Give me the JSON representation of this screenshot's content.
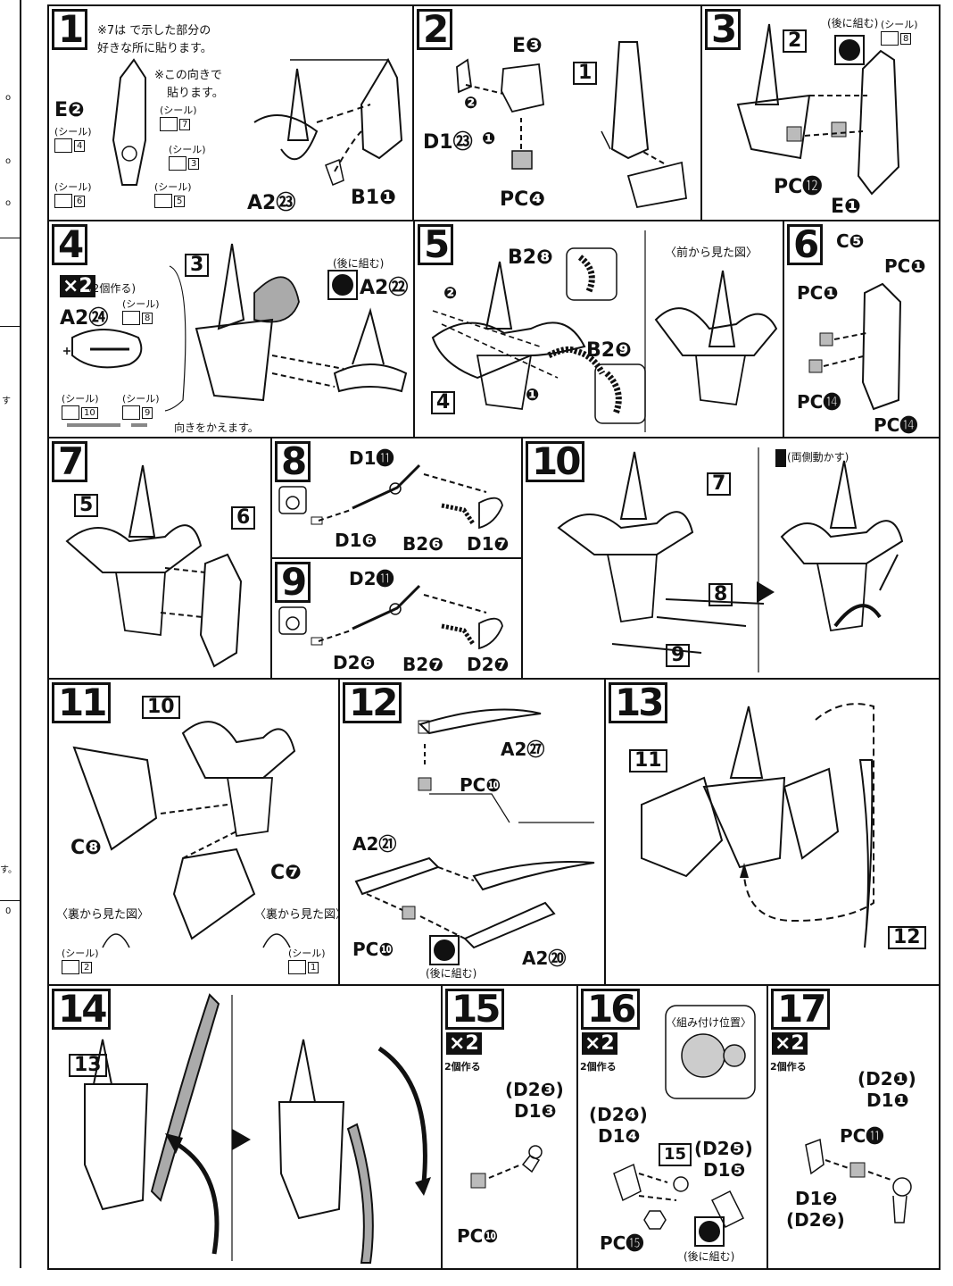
{
  "sidebar": {
    "marks": [
      "o",
      "o",
      "o",
      "す",
      "す。",
      "0"
    ]
  },
  "seal_word": "(シール)",
  "later_assemble": "(後に組む)",
  "make_two": "2個作る",
  "x2": "×2",
  "step1": {
    "number": "1",
    "note_line1": "※7は  で示した部分の",
    "note_line2": "好きな所に貼ります。",
    "note_dir": "※この向きで",
    "note_dir2": "貼ります。",
    "part_e2": "E❷",
    "seals": [
      "4",
      "6",
      "7",
      "3",
      "5"
    ],
    "part_a2": "A2㉓",
    "part_b1": "B1❶"
  },
  "step2": {
    "number": "2",
    "part_e3": "E❸",
    "part_d1": "D1㉓",
    "part_pc4": "PC❹",
    "ref": "1",
    "order1": "❷",
    "order2": "❶"
  },
  "step3": {
    "number": "3",
    "ref": "2",
    "seal_num": "8",
    "part_pc12": "PC⓬",
    "part_e1": "E❶"
  },
  "step4": {
    "number": "4",
    "times": "×2",
    "times_note": "(2個作る)",
    "ref": "3",
    "part_a24": "A2㉔",
    "part_a22": "A2㉒",
    "seal_8": "8",
    "seal_10": "10",
    "seal_9": "9",
    "turn_note": "向きをかえます。"
  },
  "step5": {
    "number": "5",
    "part_b28": "B2❽",
    "part_b29": "B2❾",
    "ref": "4",
    "front_view": "〈前から見た図〉",
    "order1": "❷",
    "order2": "❶"
  },
  "step6": {
    "number": "6",
    "part_c5": "C❺",
    "part_pc1a": "PC❶",
    "part_pc1b": "PC❶",
    "part_pc14a": "PC⓮",
    "part_pc14b": "PC⓮"
  },
  "step7": {
    "number": "7",
    "ref5": "5",
    "ref6": "6"
  },
  "step8": {
    "number": "8",
    "part_d11": "D1⓫",
    "part_d16": "D1❻",
    "part_b26": "B2❻",
    "part_d17": "D1❼"
  },
  "step9": {
    "number": "9",
    "part_d21": "D2⓫",
    "part_d26": "D2❻",
    "part_b27": "B2❼",
    "part_d27": "D2❼"
  },
  "step10": {
    "number": "10",
    "ref7": "7",
    "ref8": "8",
    "ref9": "9",
    "move_note": "(両側動かす)"
  },
  "step11": {
    "number": "11",
    "ref": "10",
    "part_c8": "C❽",
    "part_c7": "C❼",
    "back_view": "〈裏から見た図〉",
    "seal2": "2",
    "seal1": "1"
  },
  "step12": {
    "number": "12",
    "part_a27": "A2㉗",
    "part_pc10a": "PC❿",
    "part_a21": "A2㉑",
    "part_pc10b": "PC❿",
    "part_a20": "A2⑳"
  },
  "step13": {
    "number": "13",
    "ref11": "11",
    "ref12": "12"
  },
  "step14": {
    "number": "14",
    "ref": "13"
  },
  "step15": {
    "number": "15",
    "part_d23": "(D2❸)",
    "part_d13": "D1❸",
    "part_pc10": "PC❿"
  },
  "step16": {
    "number": "16",
    "position": "〈組み付け位置〉",
    "part_d24": "(D2❹)",
    "part_d14": "D1❹",
    "ref": "15",
    "part_d25": "(D2❺)",
    "part_d15": "D1❺",
    "part_pc15": "PC⓯"
  },
  "step17": {
    "number": "17",
    "part_d21": "(D2❶)",
    "part_d11": "D1❶",
    "part_pc11": "PC⓫",
    "part_d12": "D1❷",
    "part_d22": "(D2❷)"
  }
}
